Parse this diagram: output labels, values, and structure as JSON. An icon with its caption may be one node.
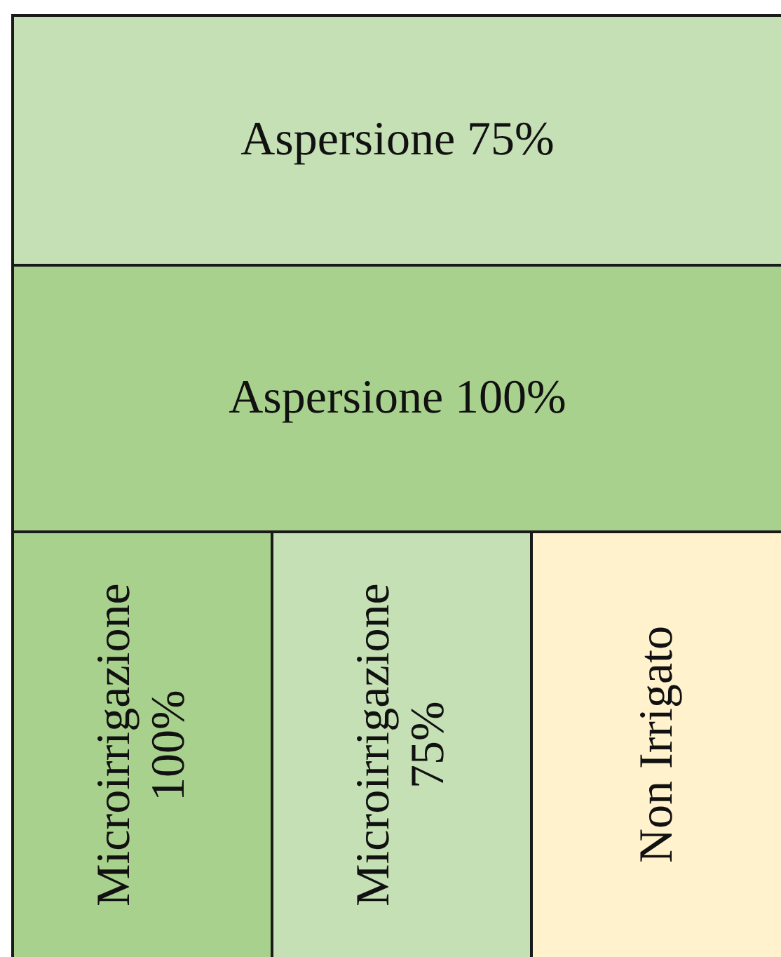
{
  "diagram": {
    "nodes": [
      {
        "text": [
          "Aspersione 75%"
        ]
      },
      {
        "text": [
          "Aspersione 100%"
        ]
      },
      {
        "text": [
          "Microirrigazione 100%"
        ]
      },
      {
        "text": [
          "Microirrigazione 75%"
        ]
      },
      {
        "text": [
          "Non Irrigato"
        ]
      }
    ]
  }
}
